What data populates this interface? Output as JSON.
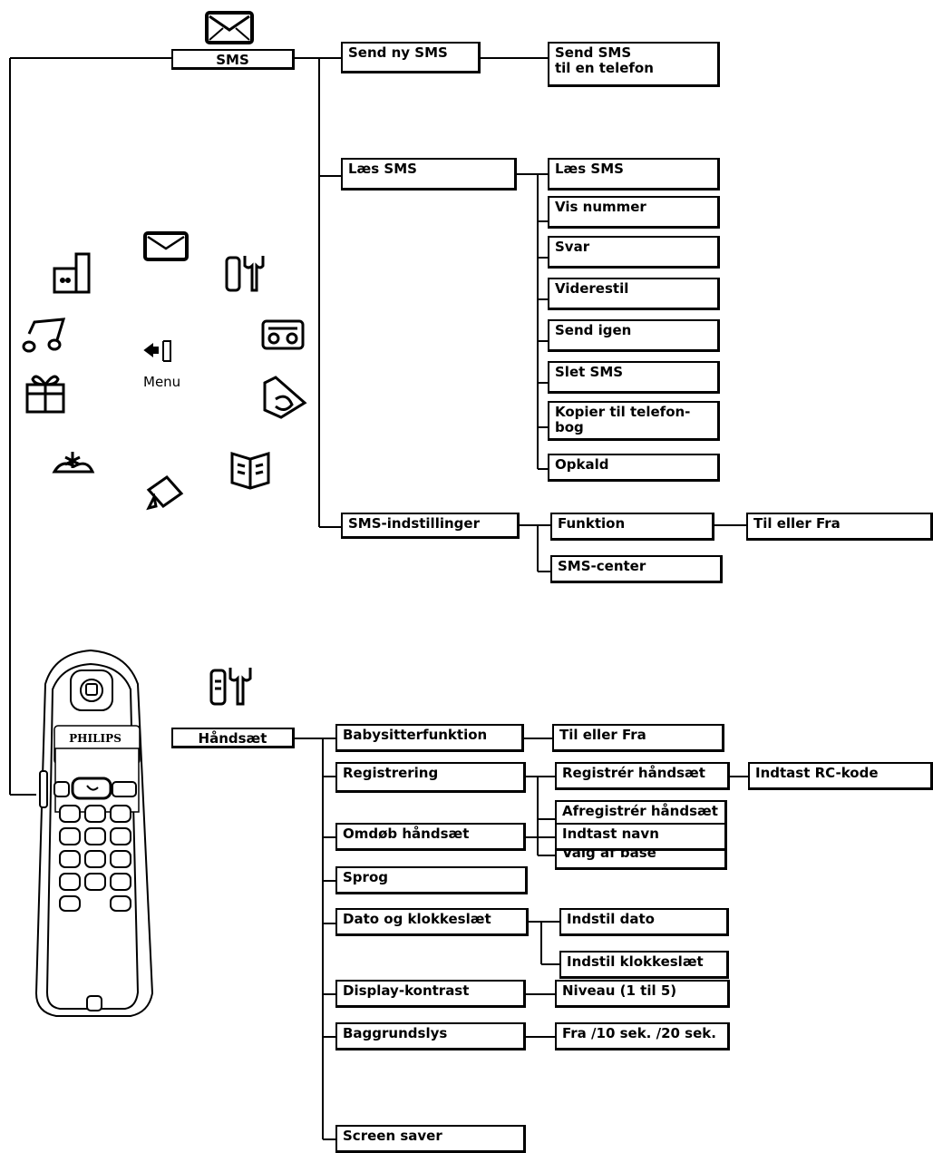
{
  "sms_section": {
    "root": "SMS",
    "send_new": "Send ny SMS",
    "send_to_phone_line1": "Send SMS",
    "send_to_phone_line2": "til en telefon",
    "read": "Læs SMS",
    "read_items": [
      "Læs SMS",
      "Vis nummer",
      "Svar",
      "Viderestil",
      "Send igen",
      "Slet SMS"
    ],
    "copy_line1": "Kopier til telefon-",
    "copy_line2": "bog",
    "call": "Opkald",
    "settings": "SMS-indstillinger",
    "function": "Funktion",
    "on_off": "Til eller Fra",
    "sms_center": "SMS-center"
  },
  "menu_wheel": {
    "center_label": "Menu"
  },
  "phone": {
    "brand": "PHILIPS"
  },
  "handset_section": {
    "root": "Håndsæt",
    "babysitter": "Babysitterfunktion",
    "babysitter_value": "Til eller Fra",
    "registration": "Registrering",
    "register_handset": "Registrér håndsæt",
    "enter_rc_code": "Indtast RC-kode",
    "unregister_handset": "Afregistrér håndsæt",
    "select_base": "Valg af base",
    "rename_handset": "Omdøb håndsæt",
    "enter_name": "Indtast navn",
    "language": "Sprog",
    "date_time": "Dato og klokkeslæt",
    "set_date": "Indstil dato",
    "set_time": "Indstil klokkeslæt",
    "display_contrast": "Display-kontrast",
    "contrast_level": "Niveau (1 til 5)",
    "backlight": "Baggrundslys",
    "backlight_values": "Fra /10 sek. /20 sek.",
    "screen_saver": "Screen saver"
  },
  "icons": [
    "envelope-icon",
    "tools-icon",
    "answering-machine-icon",
    "phonebook-with-hand-icon",
    "phonebook-icon",
    "phone-note-icon",
    "alarm-icon",
    "gift-icon",
    "music-note-icon",
    "handset-in-base-icon",
    "menu-arrow-icon"
  ]
}
